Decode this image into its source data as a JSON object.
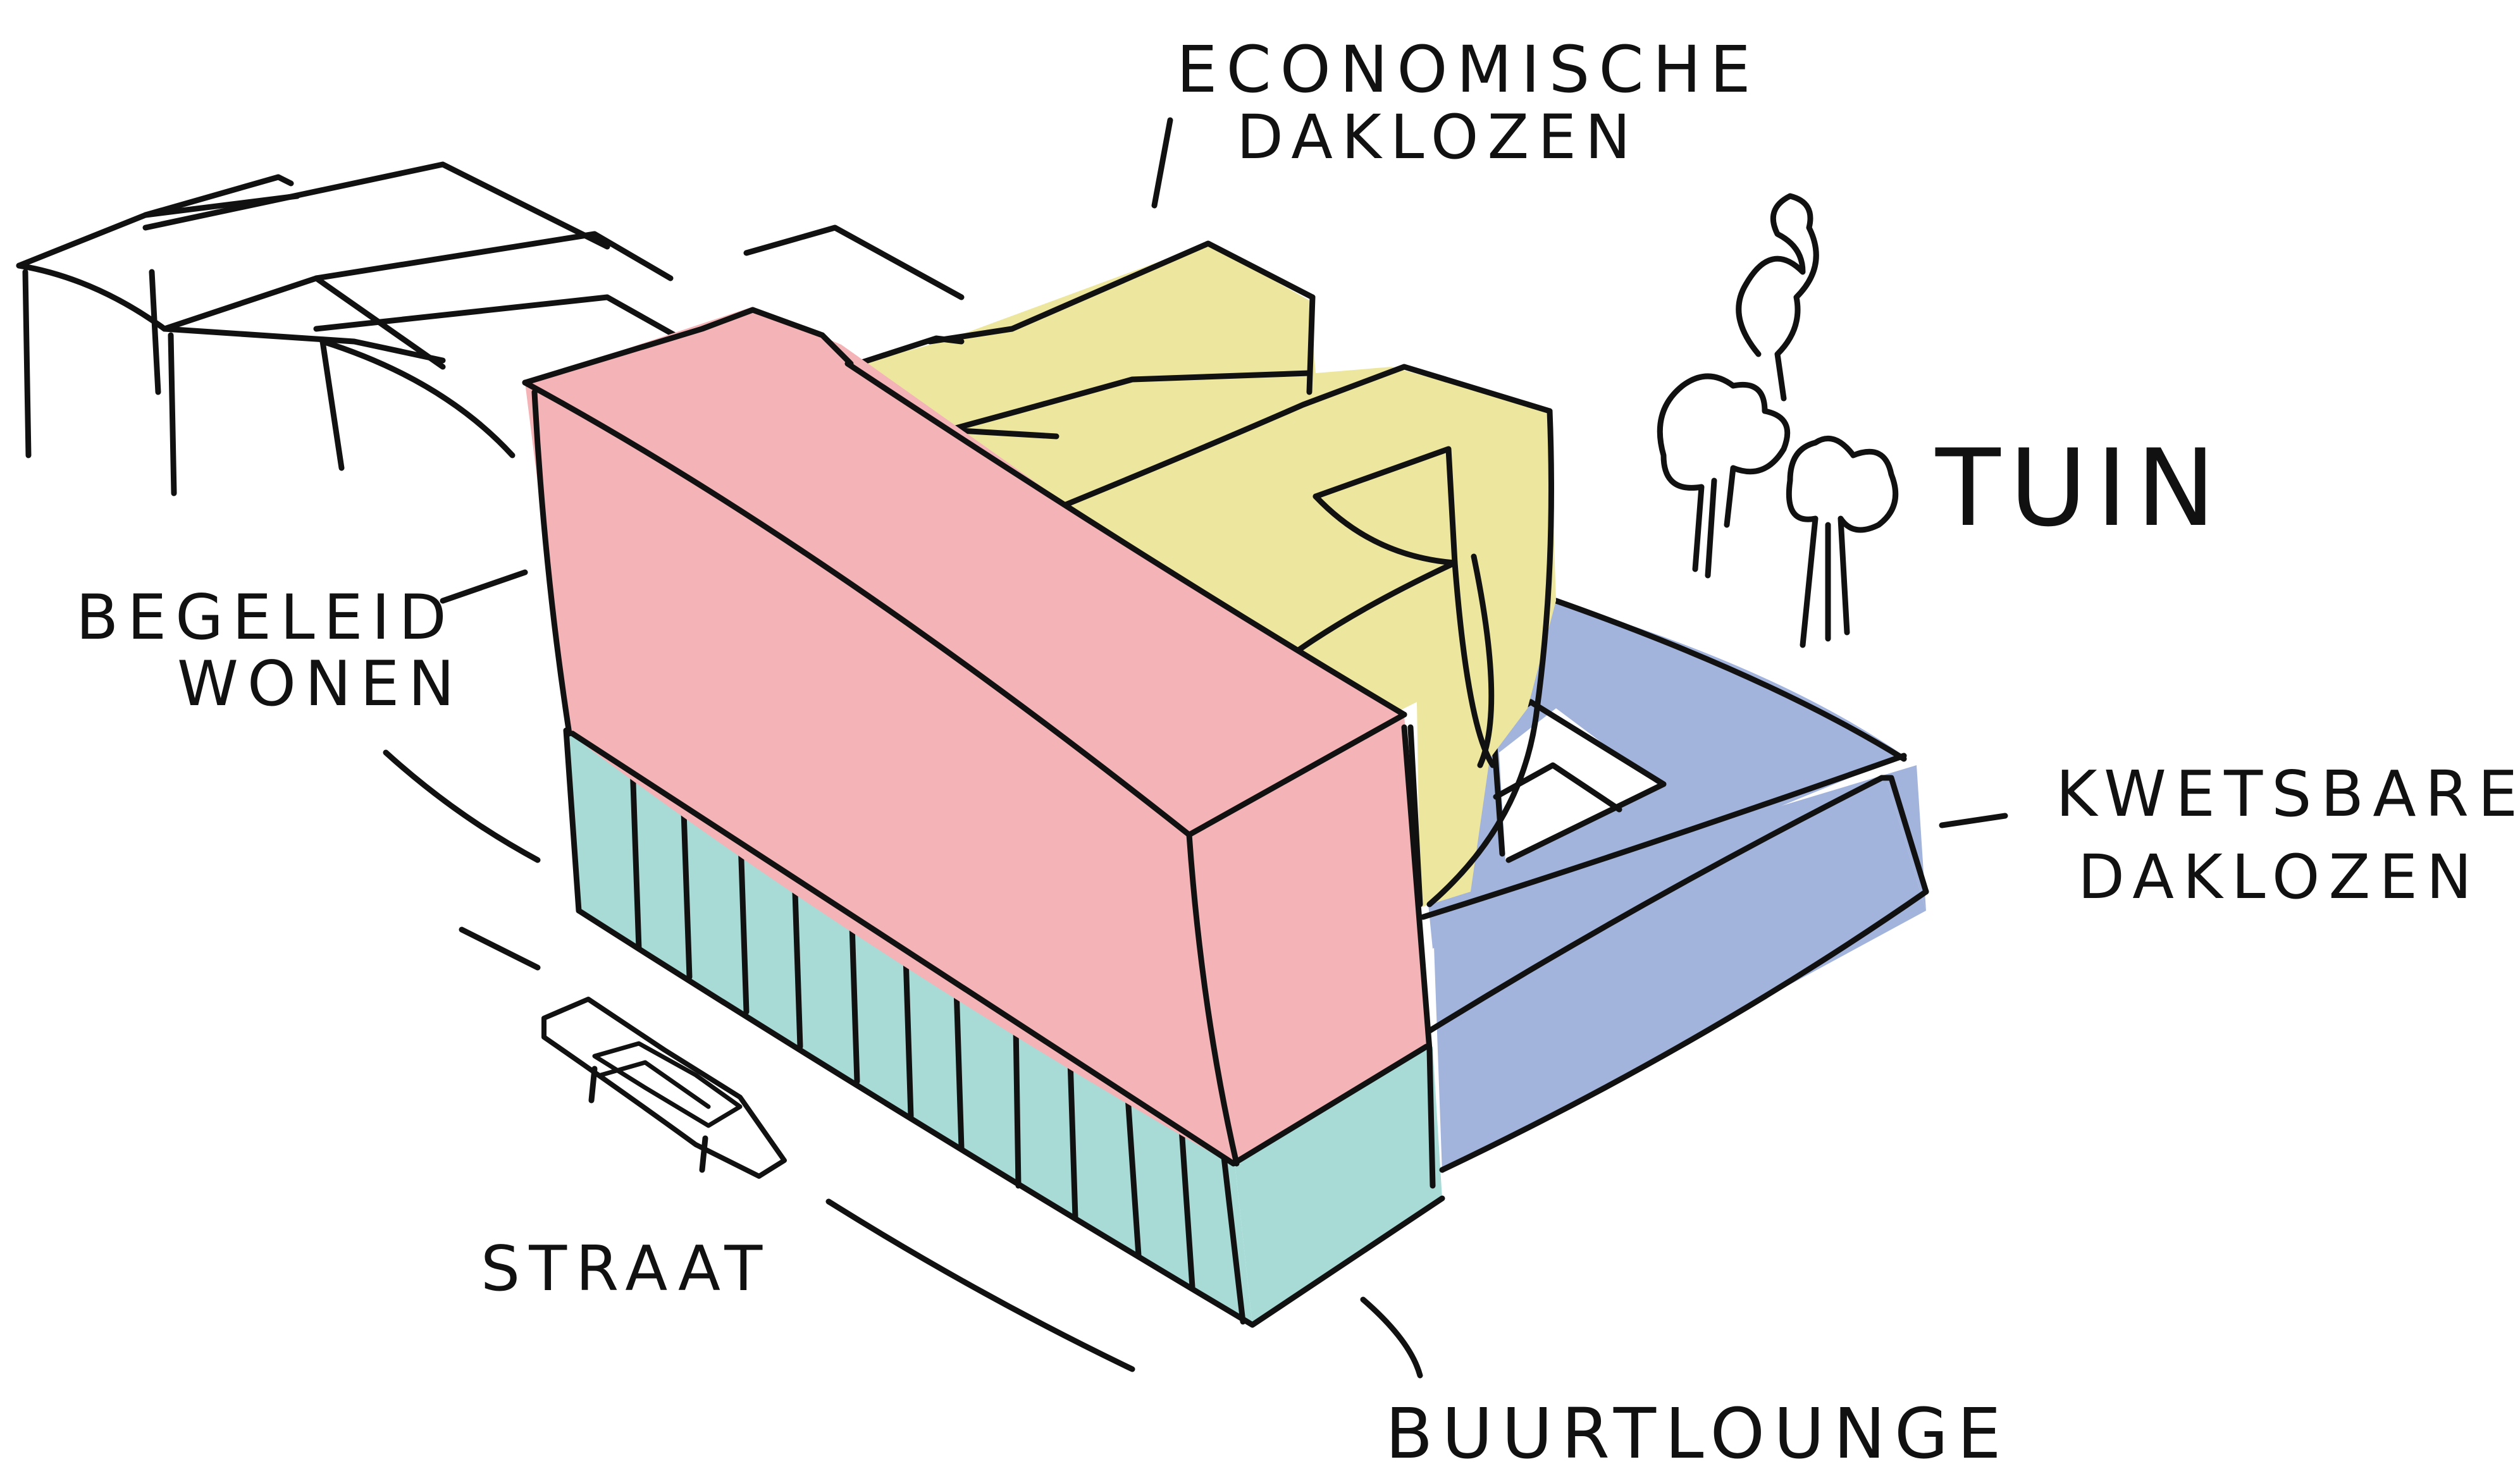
{
  "labels": {
    "economische_line1": "ECONOMISCHE",
    "economische_line2": "DAKLOZEN",
    "tuin": "TUIN",
    "begeleid_line1": "BEGELEID",
    "begeleid_line2": "WONEN",
    "kwetsbare_line1": "KWETSBARE",
    "kwetsbare_line2": "DAKLOZEN",
    "straat": "STRAAT",
    "buurtlounge": "BUURTLOUNGE"
  },
  "colors": {
    "begeleid_wonen": "#f4b3b6",
    "economische_daklozen": "#ece69f",
    "kwetsbare_daklozen": "#a3b4dc",
    "buurtlounge": "#a8dbd6",
    "ink": "#111111",
    "background": "#ffffff"
  }
}
